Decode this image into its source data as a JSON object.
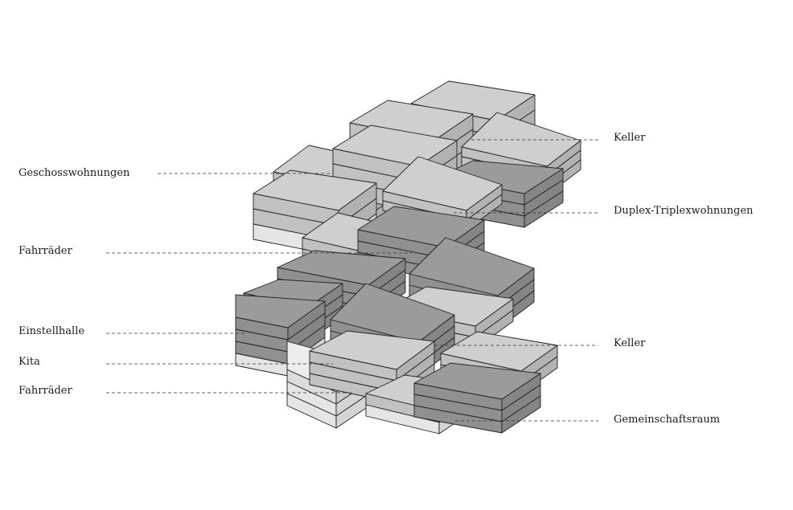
{
  "colors": {
    "residential": "#cfcfcf",
    "duplex": "#9b9b9b",
    "light": "#ededed",
    "base": "#f6f6f6"
  },
  "labels": {
    "left": [
      {
        "id": "geschosswohnungen",
        "text": "Geschosswohnungen"
      },
      {
        "id": "fahrraeder-upper",
        "text": "Fahrräder"
      },
      {
        "id": "einstellhalle",
        "text": "Einstellhalle"
      },
      {
        "id": "kita",
        "text": "Kita"
      },
      {
        "id": "fahrraeder-lower",
        "text": "Fahrräder"
      }
    ],
    "right": [
      {
        "id": "keller-upper",
        "text": "Keller"
      },
      {
        "id": "duplex",
        "text": "Duplex-Triplexwohnungen"
      },
      {
        "id": "keller-lower",
        "text": "Keller"
      },
      {
        "id": "gemeinschaftsraum",
        "text": "Gemeinschaftsraum"
      }
    ]
  }
}
